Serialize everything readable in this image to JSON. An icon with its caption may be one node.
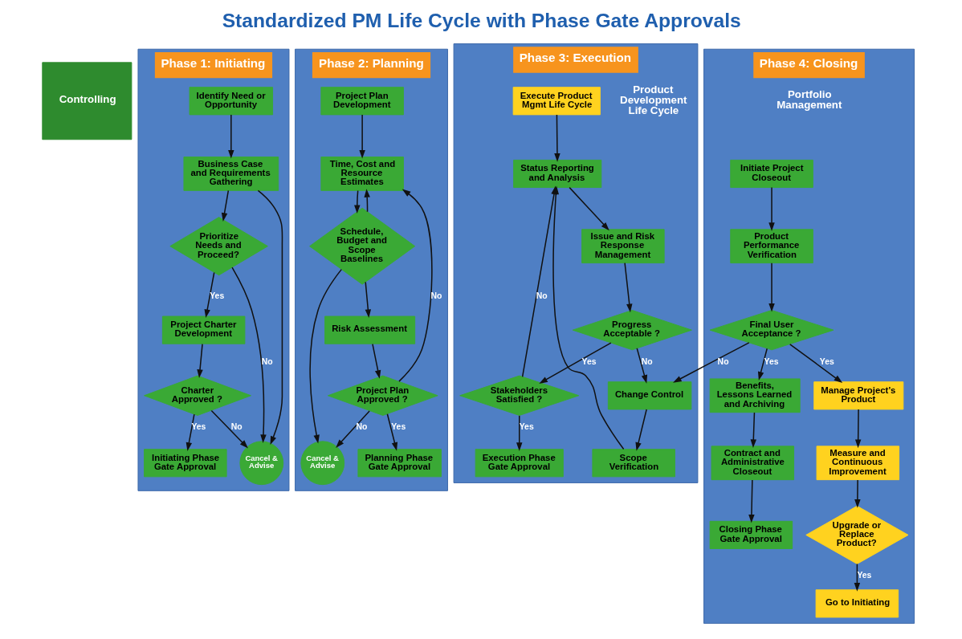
{
  "diagram": {
    "title": "Standardized PM Life Cycle with Phase Gate Approvals",
    "nodes": [
      {
        "text": [
          "Controlling"
        ]
      },
      {
        "text": [
          "Phase 1: Initiating"
        ]
      },
      {
        "text": [
          "Identify Need or Opportunity"
        ],
        "in": 1
      },
      {
        "text": [
          "Business Case and Requirements Gathering"
        ],
        "in": 1
      },
      {
        "text": [
          "Prioritize Needs and Proceed?"
        ],
        "in": 1
      },
      {
        "text": [
          "Project Charter Development"
        ],
        "in": 1
      },
      {
        "text": [
          "Charter Approved ?"
        ],
        "in": 1
      },
      {
        "text": [
          "Cancel & Advise"
        ],
        "in": 1
      },
      {
        "text": [
          "Initiating Phase Gate Approval"
        ],
        "in": 1
      },
      {
        "text": [
          "Phase 2: Planning"
        ]
      },
      {
        "text": [
          "Project Plan Development"
        ],
        "in": 9
      },
      {
        "text": [
          "Time, Cost and Resource Estimates"
        ],
        "in": 9
      },
      {
        "text": [
          "Schedule, Budget and Scope Baselines"
        ],
        "in": 9
      },
      {
        "text": [
          "Risk Assessment"
        ],
        "in": 9
      },
      {
        "text": [
          "Project Plan Approved ?"
        ],
        "in": 9
      },
      {
        "text": [
          "Cancel & Advise"
        ],
        "in": 9
      },
      {
        "text": [
          "Planning Phase Gate Approval"
        ],
        "in": 9
      },
      {
        "text": [
          "Phase 3: Execution"
        ]
      },
      {
        "text": [
          "Execute Product Mgmt Life Cycle"
        ],
        "in": 17
      },
      {
        "text": [
          "Status Reporting and Analysis"
        ],
        "in": 17
      },
      {
        "text": [
          "Issue and Risk Response Management"
        ],
        "in": 17
      },
      {
        "text": [
          "Progress Acceptable ?"
        ],
        "in": 17
      },
      {
        "text": [
          "Scope Verification"
        ],
        "in": 17
      },
      {
        "text": [
          "Change Control"
        ],
        "in": 17
      },
      {
        "text": [
          "Stakeholders Satisfied ?"
        ],
        "in": 17
      },
      {
        "text": [
          "Execution Phase Gate Approval"
        ],
        "in": 17
      },
      {
        "text": [
          "Phase 4: Closing"
        ]
      },
      {
        "text": [
          "Initiate Project Closeout"
        ],
        "in": 26
      },
      {
        "text": [
          "Product Performance Verification"
        ],
        "in": 26
      },
      {
        "text": [
          "Final User Acceptance ?"
        ],
        "in": 26
      },
      {
        "text": [
          "Manage Project’s Product"
        ],
        "in": 26
      },
      {
        "text": [
          "Benefits, Lessons Learned and Archiving"
        ],
        "in": 26
      },
      {
        "text": [
          "Measure and Continuous Improvement"
        ],
        "in": 26
      },
      {
        "text": [
          "Contract and Administrative Closeout"
        ],
        "in": 26
      },
      {
        "text": [
          "Upgrade or Replace Product?"
        ],
        "in": 26
      },
      {
        "text": [
          "Closing Phase Gate Approval"
        ],
        "in": 26
      },
      {
        "text": [
          "Go to Initiating"
        ],
        "in": 26
      }
    ],
    "edges": [
      {
        "from": 2,
        "to": 3,
        "arrow": "to"
      },
      {
        "from": 3,
        "to": 4,
        "arrow": "to"
      },
      {
        "from": 4,
        "to": 5,
        "label": "Yes",
        "arrow": "to"
      },
      {
        "from": 5,
        "to": 6,
        "arrow": "to"
      },
      {
        "from": 6,
        "to": 8,
        "label": "Yes",
        "arrow": "to"
      },
      {
        "from": 3,
        "to": 7,
        "arrow": "to"
      },
      {
        "from": 4,
        "to": 7,
        "label": "No",
        "arrow": "to"
      },
      {
        "from": 6,
        "to": 7,
        "label": "No",
        "arrow": "to"
      },
      {
        "from": 10,
        "to": 11,
        "arrow": "to"
      },
      {
        "from": 11,
        "to": 12,
        "arrow": "to"
      },
      {
        "from": 12,
        "to": 13,
        "arrow": "to"
      },
      {
        "from": 13,
        "to": 14,
        "arrow": "to"
      },
      {
        "from": 14,
        "to": 16,
        "label": "Yes",
        "arrow": "to"
      },
      {
        "from": 12,
        "to": 11,
        "arrow": "to"
      },
      {
        "from": 12,
        "to": 15,
        "arrow": "to"
      },
      {
        "from": 14,
        "to": 11,
        "label": "No",
        "arrow": "to"
      },
      {
        "from": 14,
        "to": 15,
        "label": "No",
        "arrow": "to"
      },
      {
        "from": 18,
        "to": 19,
        "arrow": "to"
      },
      {
        "from": 19,
        "to": 20,
        "arrow": "to"
      },
      {
        "from": 20,
        "to": 21,
        "arrow": "to"
      },
      {
        "from": 21,
        "to": 23,
        "label": "No",
        "arrow": "to"
      },
      {
        "from": 23,
        "to": 22,
        "arrow": "to"
      },
      {
        "from": 22,
        "to": 19,
        "arrow": "to"
      },
      {
        "from": 21,
        "to": 24,
        "label": "Yes",
        "arrow": "to"
      },
      {
        "from": 24,
        "to": 19,
        "label": "No",
        "arrow": "to"
      },
      {
        "from": 24,
        "to": 25,
        "label": "Yes",
        "arrow": "to"
      },
      {
        "from": 27,
        "to": 28,
        "arrow": "to"
      },
      {
        "from": 28,
        "to": 29,
        "arrow": "to"
      },
      {
        "from": 29,
        "to": 30,
        "label": "Yes",
        "arrow": "to"
      },
      {
        "from": 29,
        "to": 31,
        "label": "Yes",
        "arrow": "to"
      },
      {
        "from": 29,
        "to": 23,
        "label": "No",
        "arrow": "to"
      },
      {
        "from": 30,
        "to": 32,
        "arrow": "to"
      },
      {
        "from": 31,
        "to": 33,
        "arrow": "to"
      },
      {
        "from": 32,
        "to": 34,
        "arrow": "to"
      },
      {
        "from": 33,
        "to": 35,
        "arrow": "to"
      },
      {
        "from": 34,
        "to": 36,
        "label": "Yes",
        "arrow": "to"
      }
    ],
    "labels": [
      "Product Development Life Cycle",
      "Portfolio Management"
    ]
  }
}
